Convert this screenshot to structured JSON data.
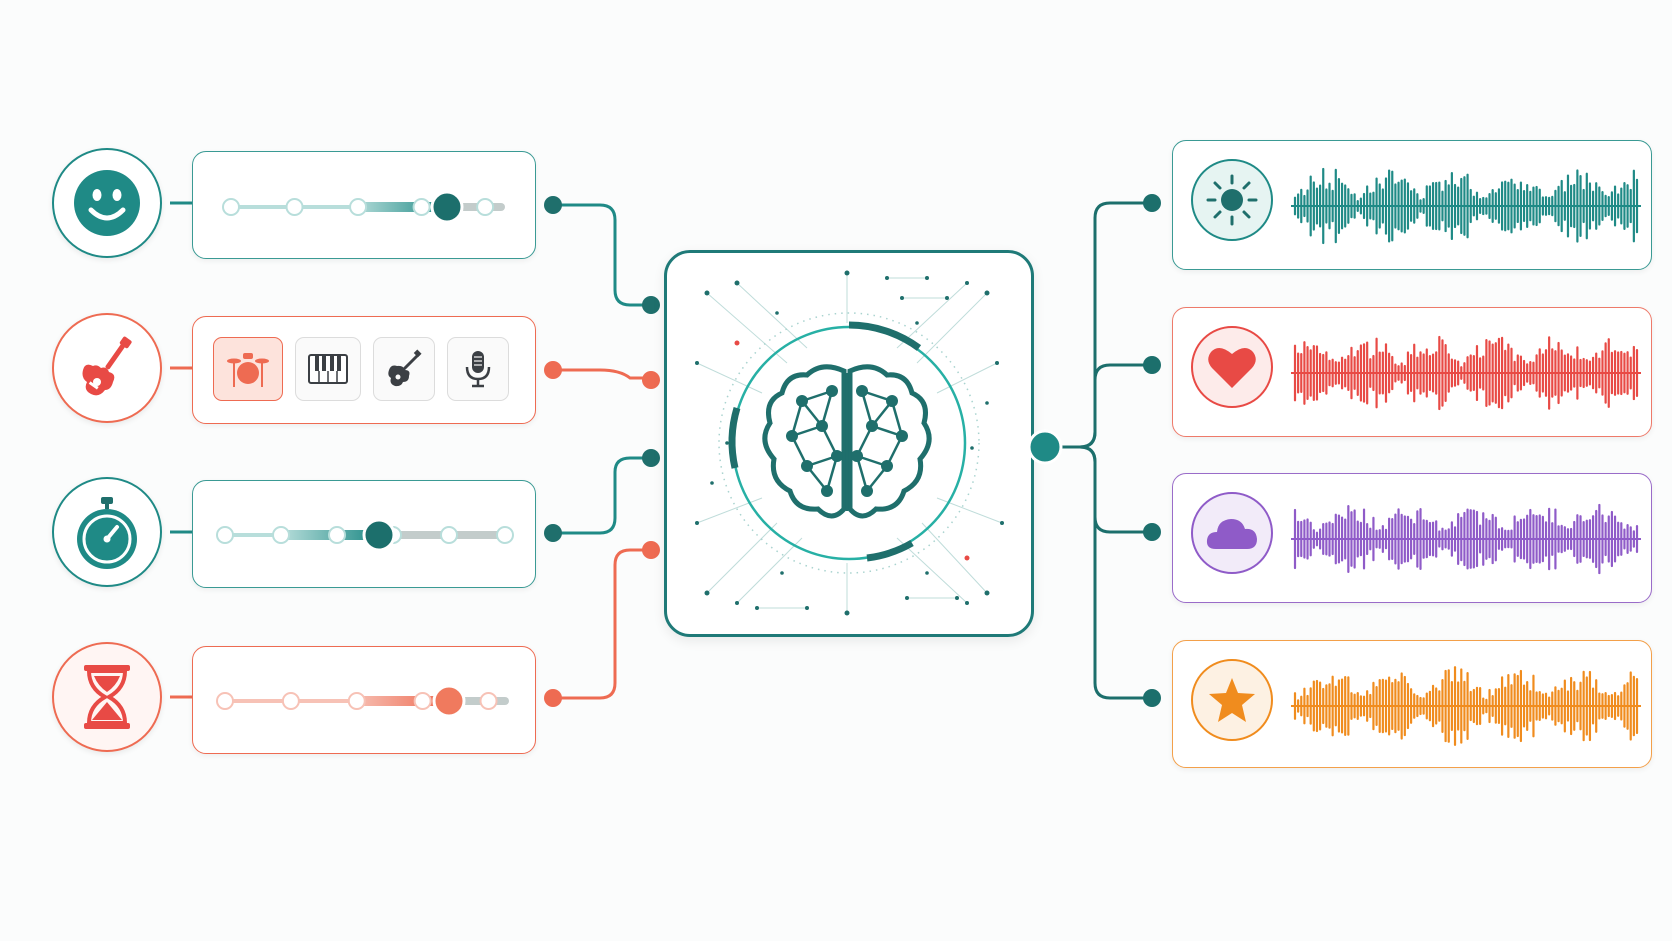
{
  "colors": {
    "teal": "#1f8a86",
    "teal_dark": "#1c6f6c",
    "coral": "#ee6b52",
    "red": "#e84a45",
    "purple": "#8f5bc8",
    "orange": "#f08c1e",
    "background": "#fbfcfc"
  },
  "inputs": [
    {
      "id": "mood",
      "icon": "smiley-icon",
      "control": "slider",
      "stops": 5,
      "value_fraction": 0.8,
      "color": "#1f8a86"
    },
    {
      "id": "instrument",
      "icon": "guitar-icon",
      "control": "instrument-selector",
      "options": [
        "drum-kit-icon",
        "piano-keys-icon",
        "guitar-icon",
        "microphone-icon"
      ],
      "selected": "drum-kit-icon",
      "color": "#ee6b52"
    },
    {
      "id": "tempo",
      "icon": "stopwatch-icon",
      "control": "slider",
      "stops": 6,
      "value_fraction": 0.55,
      "color": "#1f8a86"
    },
    {
      "id": "duration",
      "icon": "hourglass-icon",
      "control": "slider",
      "stops": 5,
      "value_fraction": 0.8,
      "color": "#ee6b52"
    }
  ],
  "processor": {
    "icon": "neural-brain-icon"
  },
  "outputs": [
    {
      "id": "bright",
      "icon": "sun-icon",
      "color": "#1f8a86",
      "bg": "#e6f4f2"
    },
    {
      "id": "love",
      "icon": "heart-icon",
      "color": "#e84a45",
      "bg": "#fdebea"
    },
    {
      "id": "calm",
      "icon": "cloud-icon",
      "color": "#8f5bc8",
      "bg": "#f2ebf9"
    },
    {
      "id": "upbeat",
      "icon": "star-icon",
      "color": "#f08c1e",
      "bg": "#fdf1e3"
    }
  ]
}
